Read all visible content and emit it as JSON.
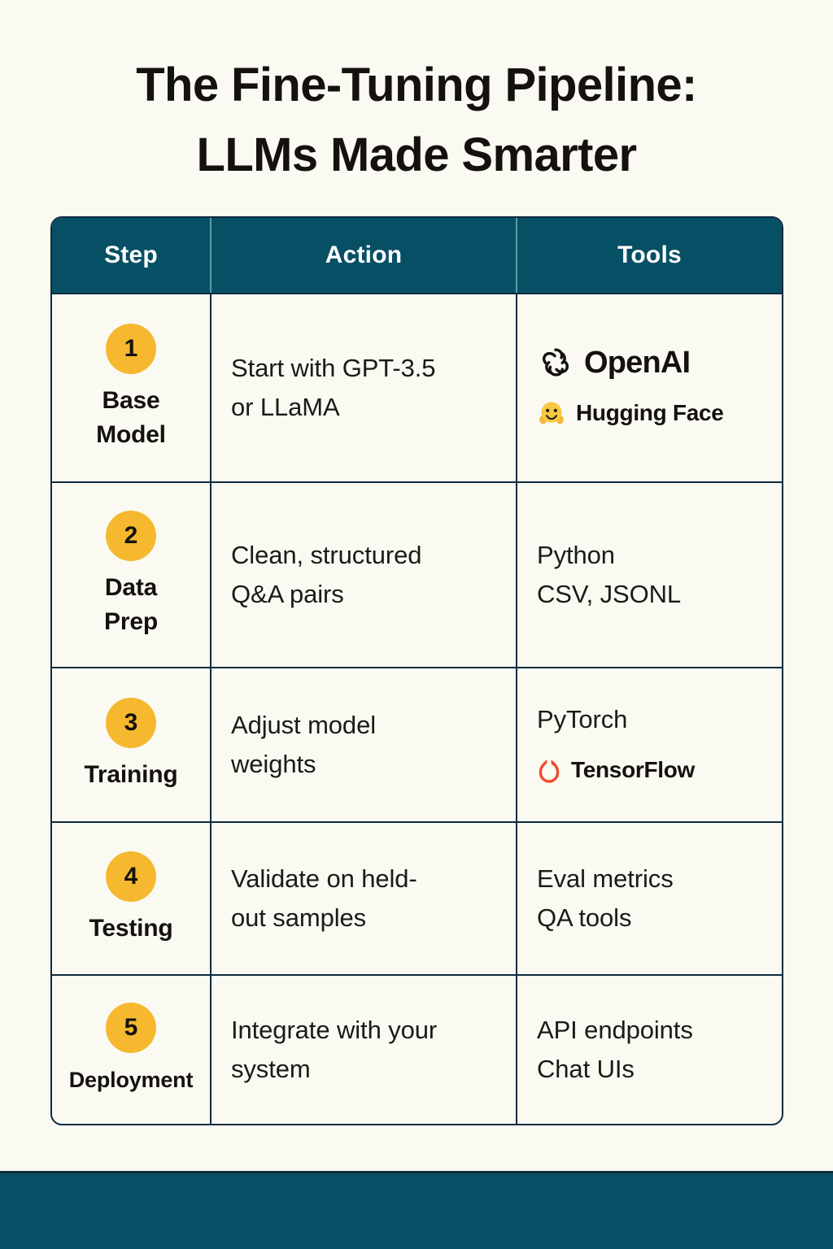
{
  "title": {
    "line1": "The Fine-Tuning Pipeline:",
    "line2": "LLMs Made Smarter"
  },
  "colors": {
    "background": "#fafaf2",
    "header_teal": "#074f65",
    "border_navy": "#0d2b3e",
    "badge_yellow": "#f5b82e",
    "text_dark": "#14110f",
    "pytorch_orange": "#ee4c2c",
    "huggingface_yellow": "#f7c843"
  },
  "table": {
    "headers": {
      "step": "Step",
      "action": "Action",
      "tools": "Tools"
    },
    "rows": [
      {
        "number": "1",
        "step": "Base\nModel",
        "step_line1": "Base",
        "step_line2": "Model",
        "action_line1": "Start with GPT-3.5",
        "action_line2": "or LLaMA",
        "tools": [
          {
            "icon": "openai-logo-icon",
            "label": "OpenAI",
            "style": "brand"
          },
          {
            "icon": "hugging-face-emoji-icon",
            "label": "Hugging Face",
            "style": "brand-sm"
          }
        ]
      },
      {
        "number": "2",
        "step_line1": "Data",
        "step_line2": "Prep",
        "action_line1": "Clean, structured",
        "action_line2": "Q&A pairs",
        "tools": [
          {
            "icon": "",
            "label": "Python",
            "style": "plain"
          },
          {
            "icon": "",
            "label": "CSV, JSONL",
            "style": "plain"
          }
        ]
      },
      {
        "number": "3",
        "step_line1": "Training",
        "step_line2": "",
        "action_line1": "Adjust model",
        "action_line2": "weights",
        "tools": [
          {
            "icon": "",
            "label": "PyTorch",
            "style": "plain"
          },
          {
            "icon": "pytorch-flame-icon",
            "label": "TensorFlow",
            "style": "brand-sm"
          }
        ]
      },
      {
        "number": "4",
        "step_line1": "Testing",
        "step_line2": "",
        "action_line1": "Validate on held-",
        "action_line2": "out samples",
        "tools": [
          {
            "icon": "",
            "label": "Eval metrics",
            "style": "plain"
          },
          {
            "icon": "",
            "label": "QA tools",
            "style": "plain"
          }
        ]
      },
      {
        "number": "5",
        "step_line1": "Deployment",
        "step_line2": "",
        "action_line1": "Integrate with your",
        "action_line2": "system",
        "tools": [
          {
            "icon": "",
            "label": "API endpoints",
            "style": "plain"
          },
          {
            "icon": "",
            "label": "Chat UIs",
            "style": "plain"
          }
        ]
      }
    ]
  }
}
